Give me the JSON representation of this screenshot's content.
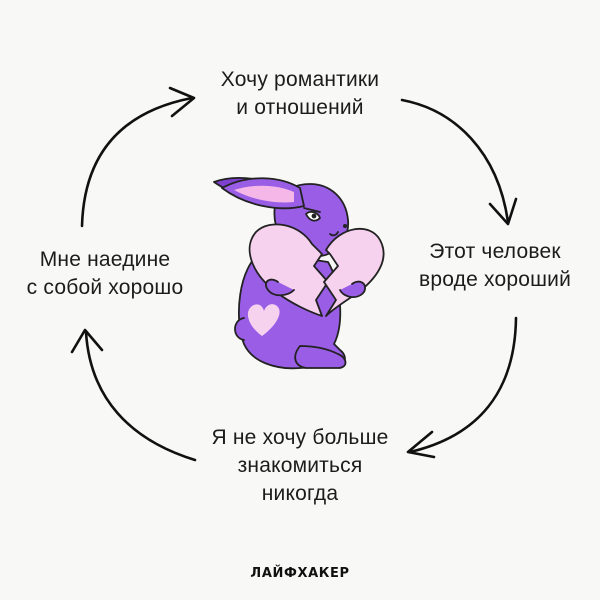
{
  "cycle": {
    "top": [
      "Хочу романтики",
      "и отношений"
    ],
    "right": [
      "Этот человек",
      "вроде хороший"
    ],
    "bottom": [
      "Я не хочу больше",
      "знакомиться",
      "никогда"
    ],
    "left": [
      "Мне наедине",
      "с собой хорошо"
    ]
  },
  "logo": "ЛАЙФХАКЕР",
  "colors": {
    "bunny": "#9a5de6",
    "bunny_shadow": "#7e41cf",
    "heart": "#f6d2ef",
    "ear_inner": "#f5b7e8",
    "outline": "#222222"
  },
  "illustration": {
    "subject": "purple bunny holding a broken heart",
    "icons": [
      "bunny-icon",
      "broken-heart-icon",
      "arrow-icon"
    ]
  }
}
